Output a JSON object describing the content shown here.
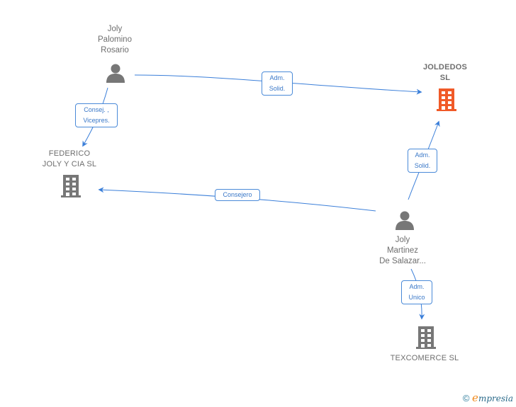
{
  "colors": {
    "edge": "#3b7fd9",
    "person_icon": "#777777",
    "company_icon": "#777777",
    "focus_company_icon": "#f05a28",
    "label_text": "#6e6e6e"
  },
  "nodes": {
    "joly_palomino": {
      "type": "person",
      "label": "Joly\nPalomino\nRosario",
      "icon": "person-icon"
    },
    "joldedos": {
      "type": "company",
      "label": "JOLDEDOS\nSL",
      "icon": "building-icon",
      "focus": true
    },
    "federico": {
      "type": "company",
      "label": "FEDERICO\nJOLY Y CIA  SL",
      "icon": "building-icon"
    },
    "joly_martinez": {
      "type": "person",
      "label": "Joly\nMartinez\nDe Salazar...",
      "icon": "person-icon"
    },
    "texcomerce": {
      "type": "company",
      "label": "TEXCOMERCE SL",
      "icon": "building-icon"
    }
  },
  "edges": [
    {
      "from": "joly_palomino",
      "to": "joldedos",
      "label": "Adm.\nSolid."
    },
    {
      "from": "joly_palomino",
      "to": "federico",
      "label": "Consej. ,\nVicepres."
    },
    {
      "from": "joly_martinez",
      "to": "federico",
      "label": "Consejero"
    },
    {
      "from": "joly_martinez",
      "to": "joldedos",
      "label": "Adm.\nSolid."
    },
    {
      "from": "joly_martinez",
      "to": "texcomerce",
      "label": "Adm.\nUnico"
    }
  ],
  "footer": {
    "copyright": "©",
    "brand_initial": "e",
    "brand_rest": "mpresia"
  }
}
